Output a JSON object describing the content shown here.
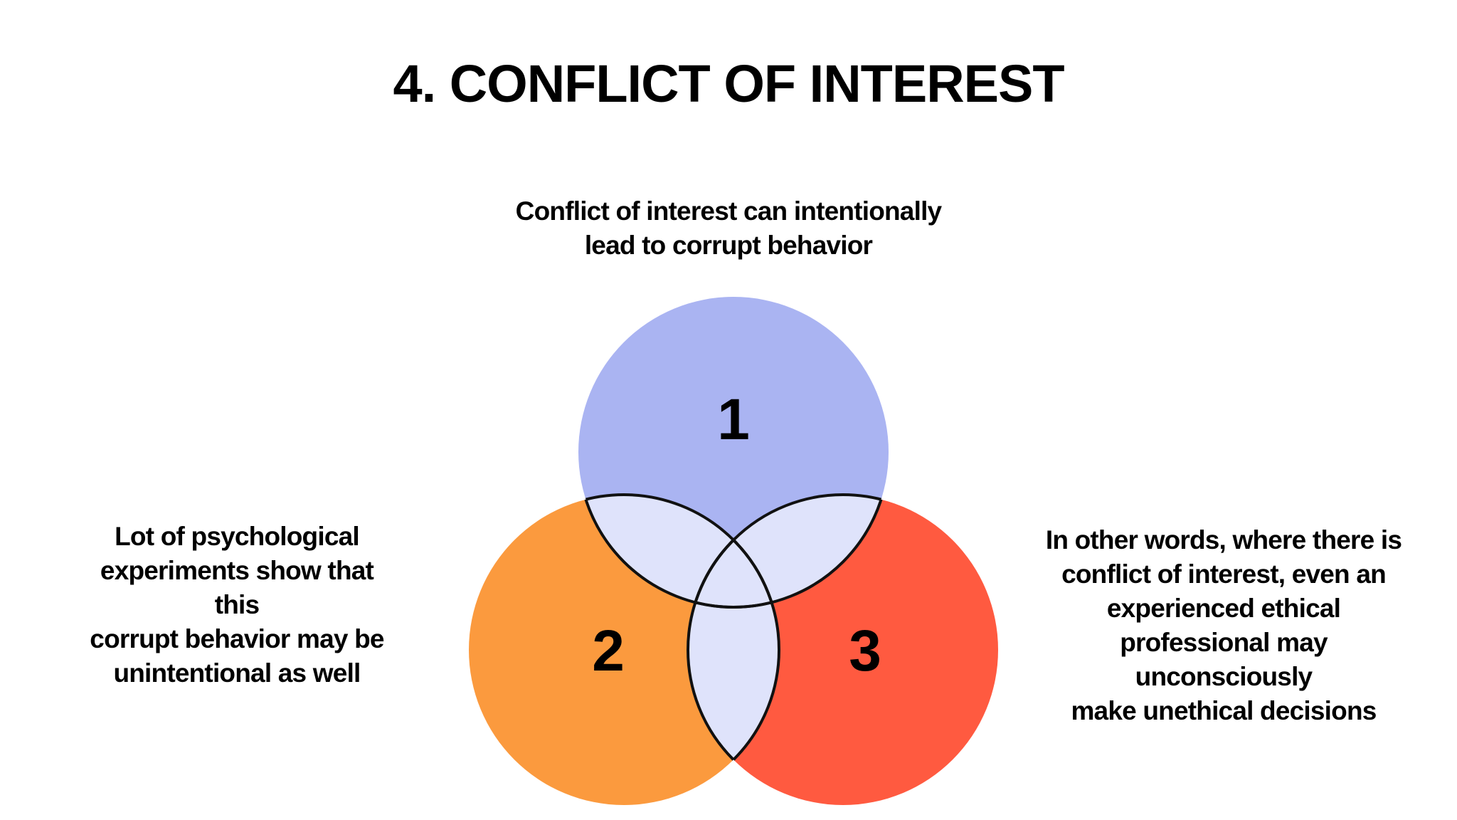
{
  "title": "4. CONFLICT OF INTEREST",
  "circles": [
    {
      "label": "1",
      "color": "#aab4f2"
    },
    {
      "label": "2",
      "color": "#fb9a3e"
    },
    {
      "label": "3",
      "color": "#ff5a40"
    }
  ],
  "overlap_color": "#dfe3fb",
  "outline_color": "#111111",
  "captions": {
    "top": [
      "Conflict of interest can intentionally",
      "lead to corrupt behavior"
    ],
    "left": [
      "Lot of psychological",
      "experiments show that this",
      "corrupt behavior may be",
      "unintentional as well"
    ],
    "right": [
      "In other words, where there is",
      "conflict of interest, even an",
      "experienced ethical",
      "professional may unconsciously",
      "make unethical decisions"
    ]
  }
}
